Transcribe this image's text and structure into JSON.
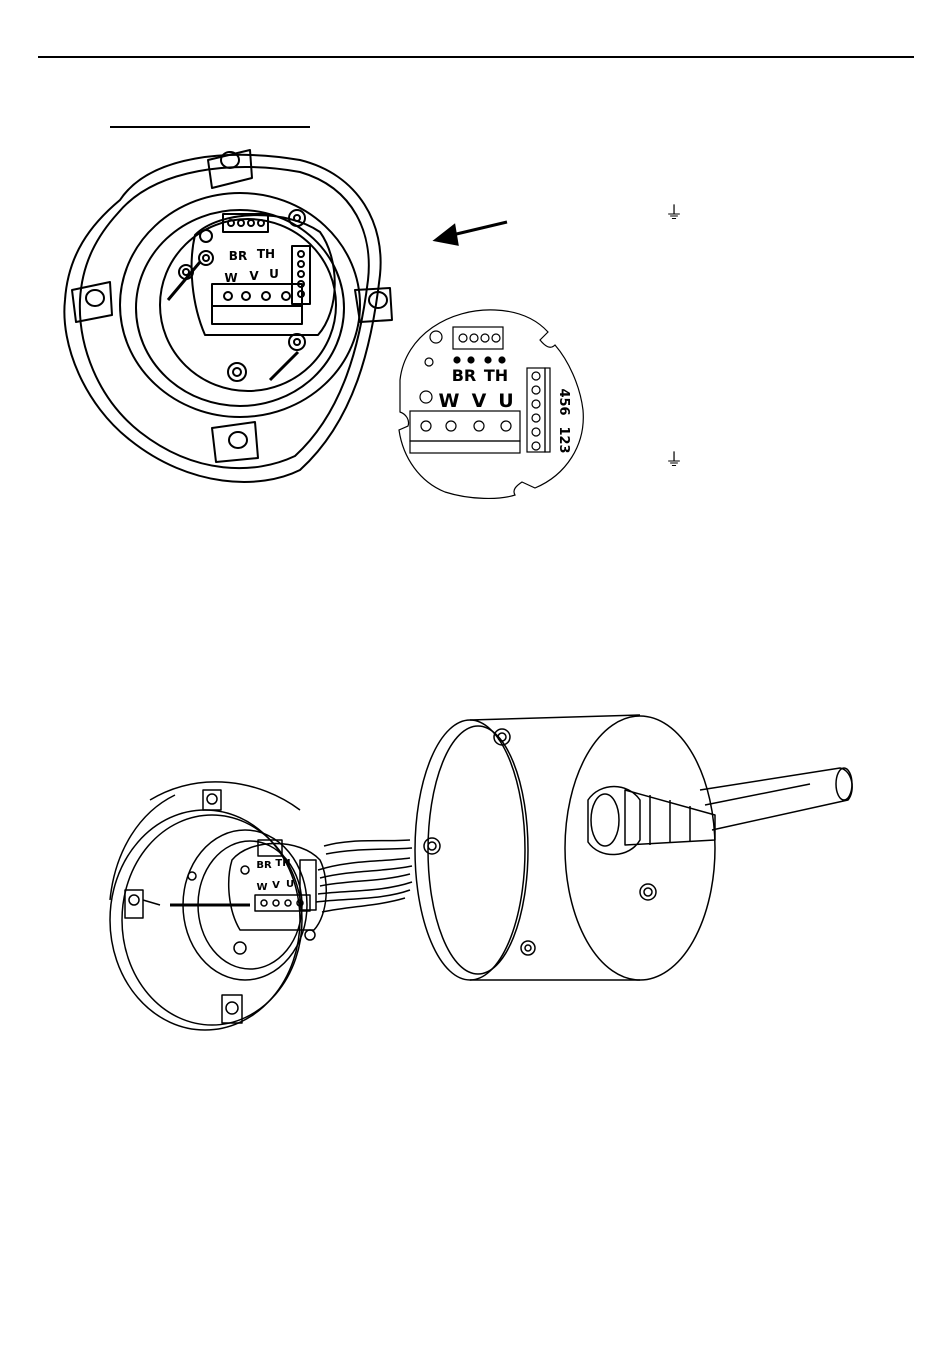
{
  "figure_top": {
    "terminal_labels_small": {
      "br": "BR",
      "th": "TH",
      "w": "W",
      "v": "V",
      "u": "U"
    },
    "terminal_labels_large": {
      "br": "BR",
      "th": "TH",
      "w": "W",
      "v": "V",
      "u": "U",
      "aux_top": "456",
      "aux_bottom": "123"
    },
    "ground_symbol_1": "⏚",
    "ground_symbol_2": "⏚"
  },
  "figure_bottom": {
    "terminal_labels": {
      "br": "BR",
      "th": "TH",
      "w": "W",
      "v": "V",
      "u": "U"
    }
  }
}
